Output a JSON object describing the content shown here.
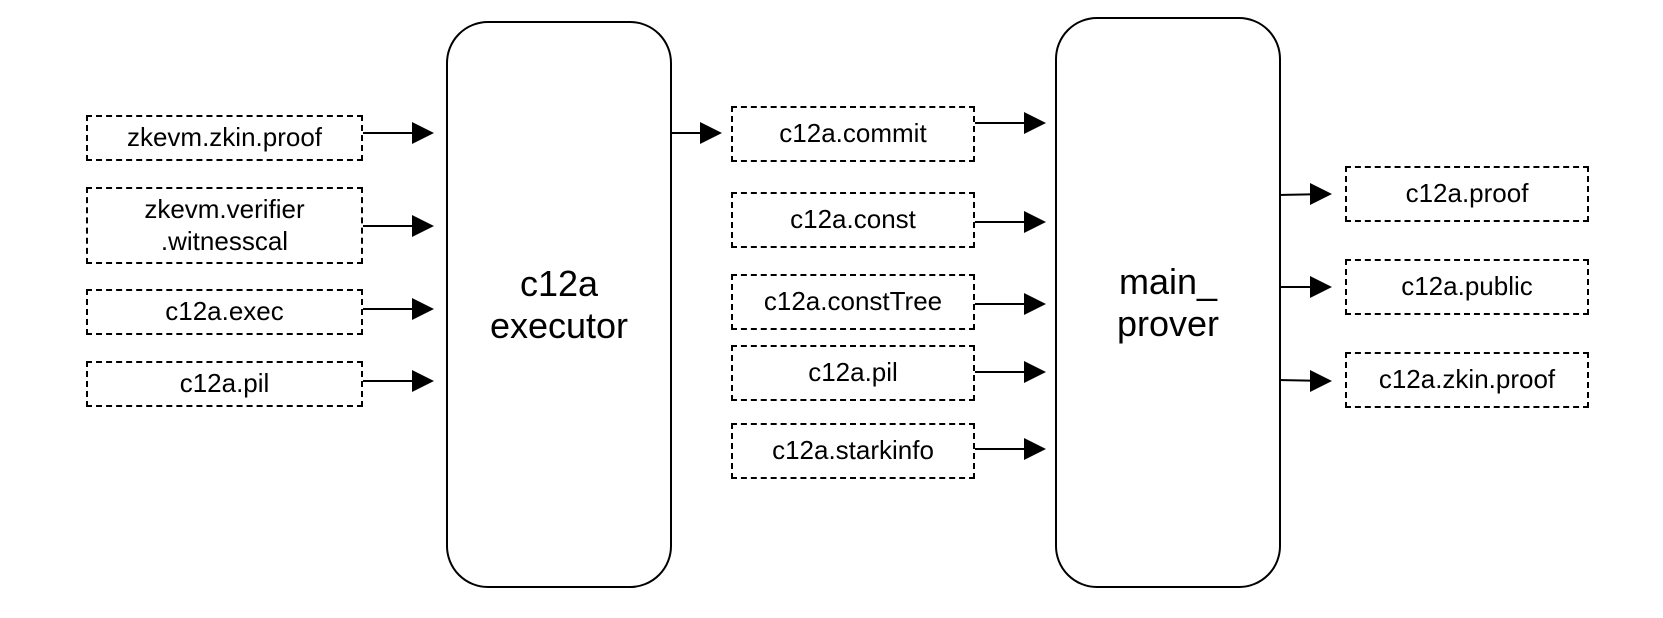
{
  "processes": {
    "executor": {
      "line1": "c12a",
      "line2": "executor"
    },
    "prover": {
      "line1": "main_",
      "line2": "prover"
    }
  },
  "inputs": {
    "zkin_proof": "zkevm.zkin.proof",
    "verifier_line1": "zkevm.verifier",
    "verifier_line2": ".witnesscal",
    "exec": "c12a.exec",
    "pil": "c12a.pil"
  },
  "intermediates": {
    "commit": "c12a.commit",
    "const": "c12a.const",
    "const_tree": "c12a.constTree",
    "pil": "c12a.pil",
    "starkinfo": "c12a.starkinfo"
  },
  "outputs": {
    "proof": "c12a.proof",
    "public": "c12a.public",
    "zkin_proof": "c12a.zkin.proof"
  }
}
